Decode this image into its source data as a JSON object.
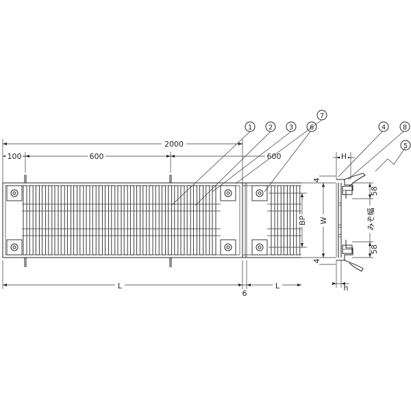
{
  "dimensions": {
    "overall_length": "2000",
    "end_offset": "100",
    "bolt_pitch": "600",
    "overhang": "600",
    "length_label": "L",
    "gap": "6",
    "next_length_label": "L",
    "bearing_pitch": "BP",
    "width": "W",
    "end_margin_top": "4",
    "end_margin_bottom": "4",
    "fixing_pitch_top": "58",
    "fixing_pitch_bottom": "58",
    "height_top": "H",
    "height_bottom": "h",
    "trench_width": "みぞ幅"
  },
  "callouts": [
    "1",
    "2",
    "3",
    "6",
    "7",
    "4",
    "8",
    "5"
  ],
  "callout_symbols": [
    "①",
    "②",
    "③",
    "⑥",
    "⑦",
    "④",
    "⑧",
    "⑤"
  ]
}
